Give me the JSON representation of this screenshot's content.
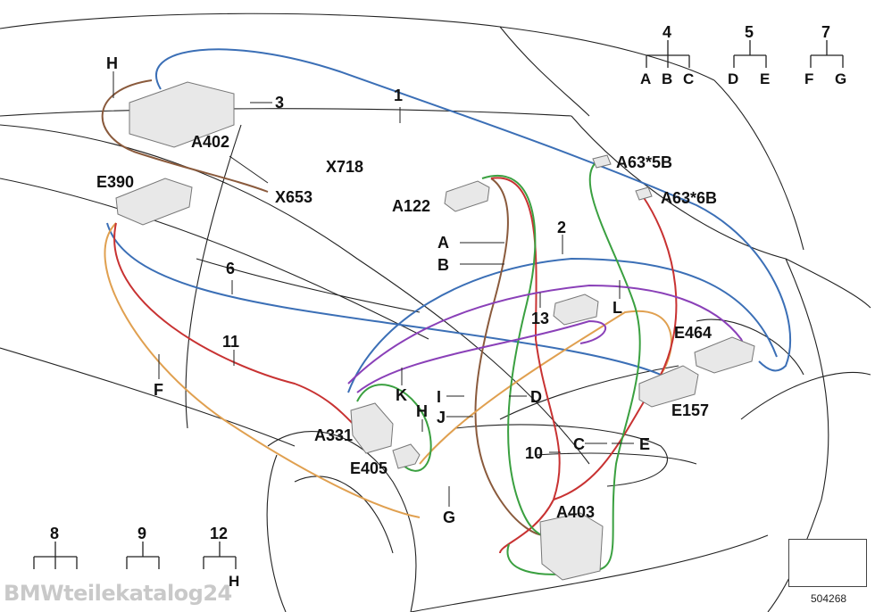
{
  "diagram": {
    "part_labels": {
      "n1": "1",
      "n2": "2",
      "n3": "3",
      "n6": "6",
      "n10": "10",
      "n11": "11",
      "n13": "13",
      "H_top": "H",
      "H_mid": "H",
      "F": "F",
      "K": "K",
      "I": "I",
      "J": "J",
      "D": "D",
      "L": "L",
      "A": "A",
      "B": "B",
      "C": "C",
      "E": "E",
      "G": "G"
    },
    "components": {
      "A402": "A402",
      "X718": "X718",
      "X653": "X653",
      "E390": "E390",
      "A122": "A122",
      "A63_5B": "A63*5B",
      "A63_6B": "A63*6B",
      "E464": "E464",
      "E157": "E157",
      "A331": "A331",
      "E405": "E405",
      "A403": "A403"
    },
    "legend_trees": [
      {
        "parent": "4",
        "children": [
          "A",
          "B",
          "C"
        ]
      },
      {
        "parent": "5",
        "children": [
          "D",
          "E"
        ]
      },
      {
        "parent": "7",
        "children": [
          "F",
          "G"
        ]
      },
      {
        "parent": "8",
        "children": [
          "",
          "",
          ""
        ]
      },
      {
        "parent": "9",
        "children": [
          "",
          ""
        ]
      },
      {
        "parent": "12",
        "children": [
          "",
          "H"
        ]
      }
    ],
    "watermark": "BMWteilekatalog24",
    "document_number": "504268",
    "wire_colors": {
      "blue": "#3b6fb6",
      "brown": "#8a5a3c",
      "orange": "#e0a050",
      "red": "#c83232",
      "green": "#3aa040",
      "purple": "#8a40b8"
    }
  }
}
